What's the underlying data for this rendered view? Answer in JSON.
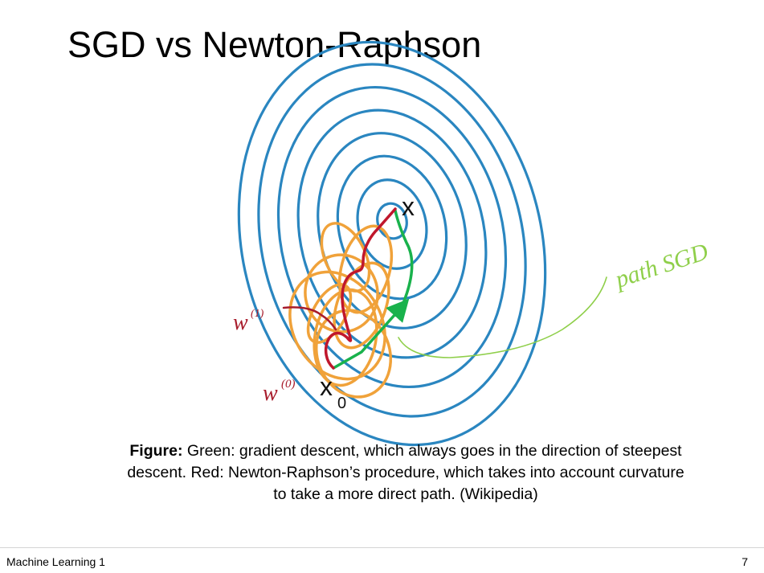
{
  "slide": {
    "title": "SGD vs Newton-Raphson"
  },
  "figure": {
    "labels": {
      "optimum": "x",
      "start_main": "x",
      "start_sub": "0",
      "w1_main": "w",
      "w1_sup": "(1)",
      "w0_main": "w",
      "w0_sup": "(0)",
      "path_note": "path SGD"
    },
    "colors": {
      "contour": "#2a86c0",
      "sgd": "#f0a23a",
      "gradient_descent": "#19b24c",
      "newton_raphson": "#c0172c",
      "annotation_w": "#a81c2c",
      "annotation_path": "#8fcf4a"
    }
  },
  "caption": {
    "bold": "Figure:",
    "text": " Green: gradient descent, which always goes in the direction of steepest descent. Red: Newton-Raphson’s procedure, which takes into account curvature to take a more direct path. (Wikipedia)"
  },
  "footer": {
    "course": "Machine Learning 1",
    "page": "7"
  }
}
